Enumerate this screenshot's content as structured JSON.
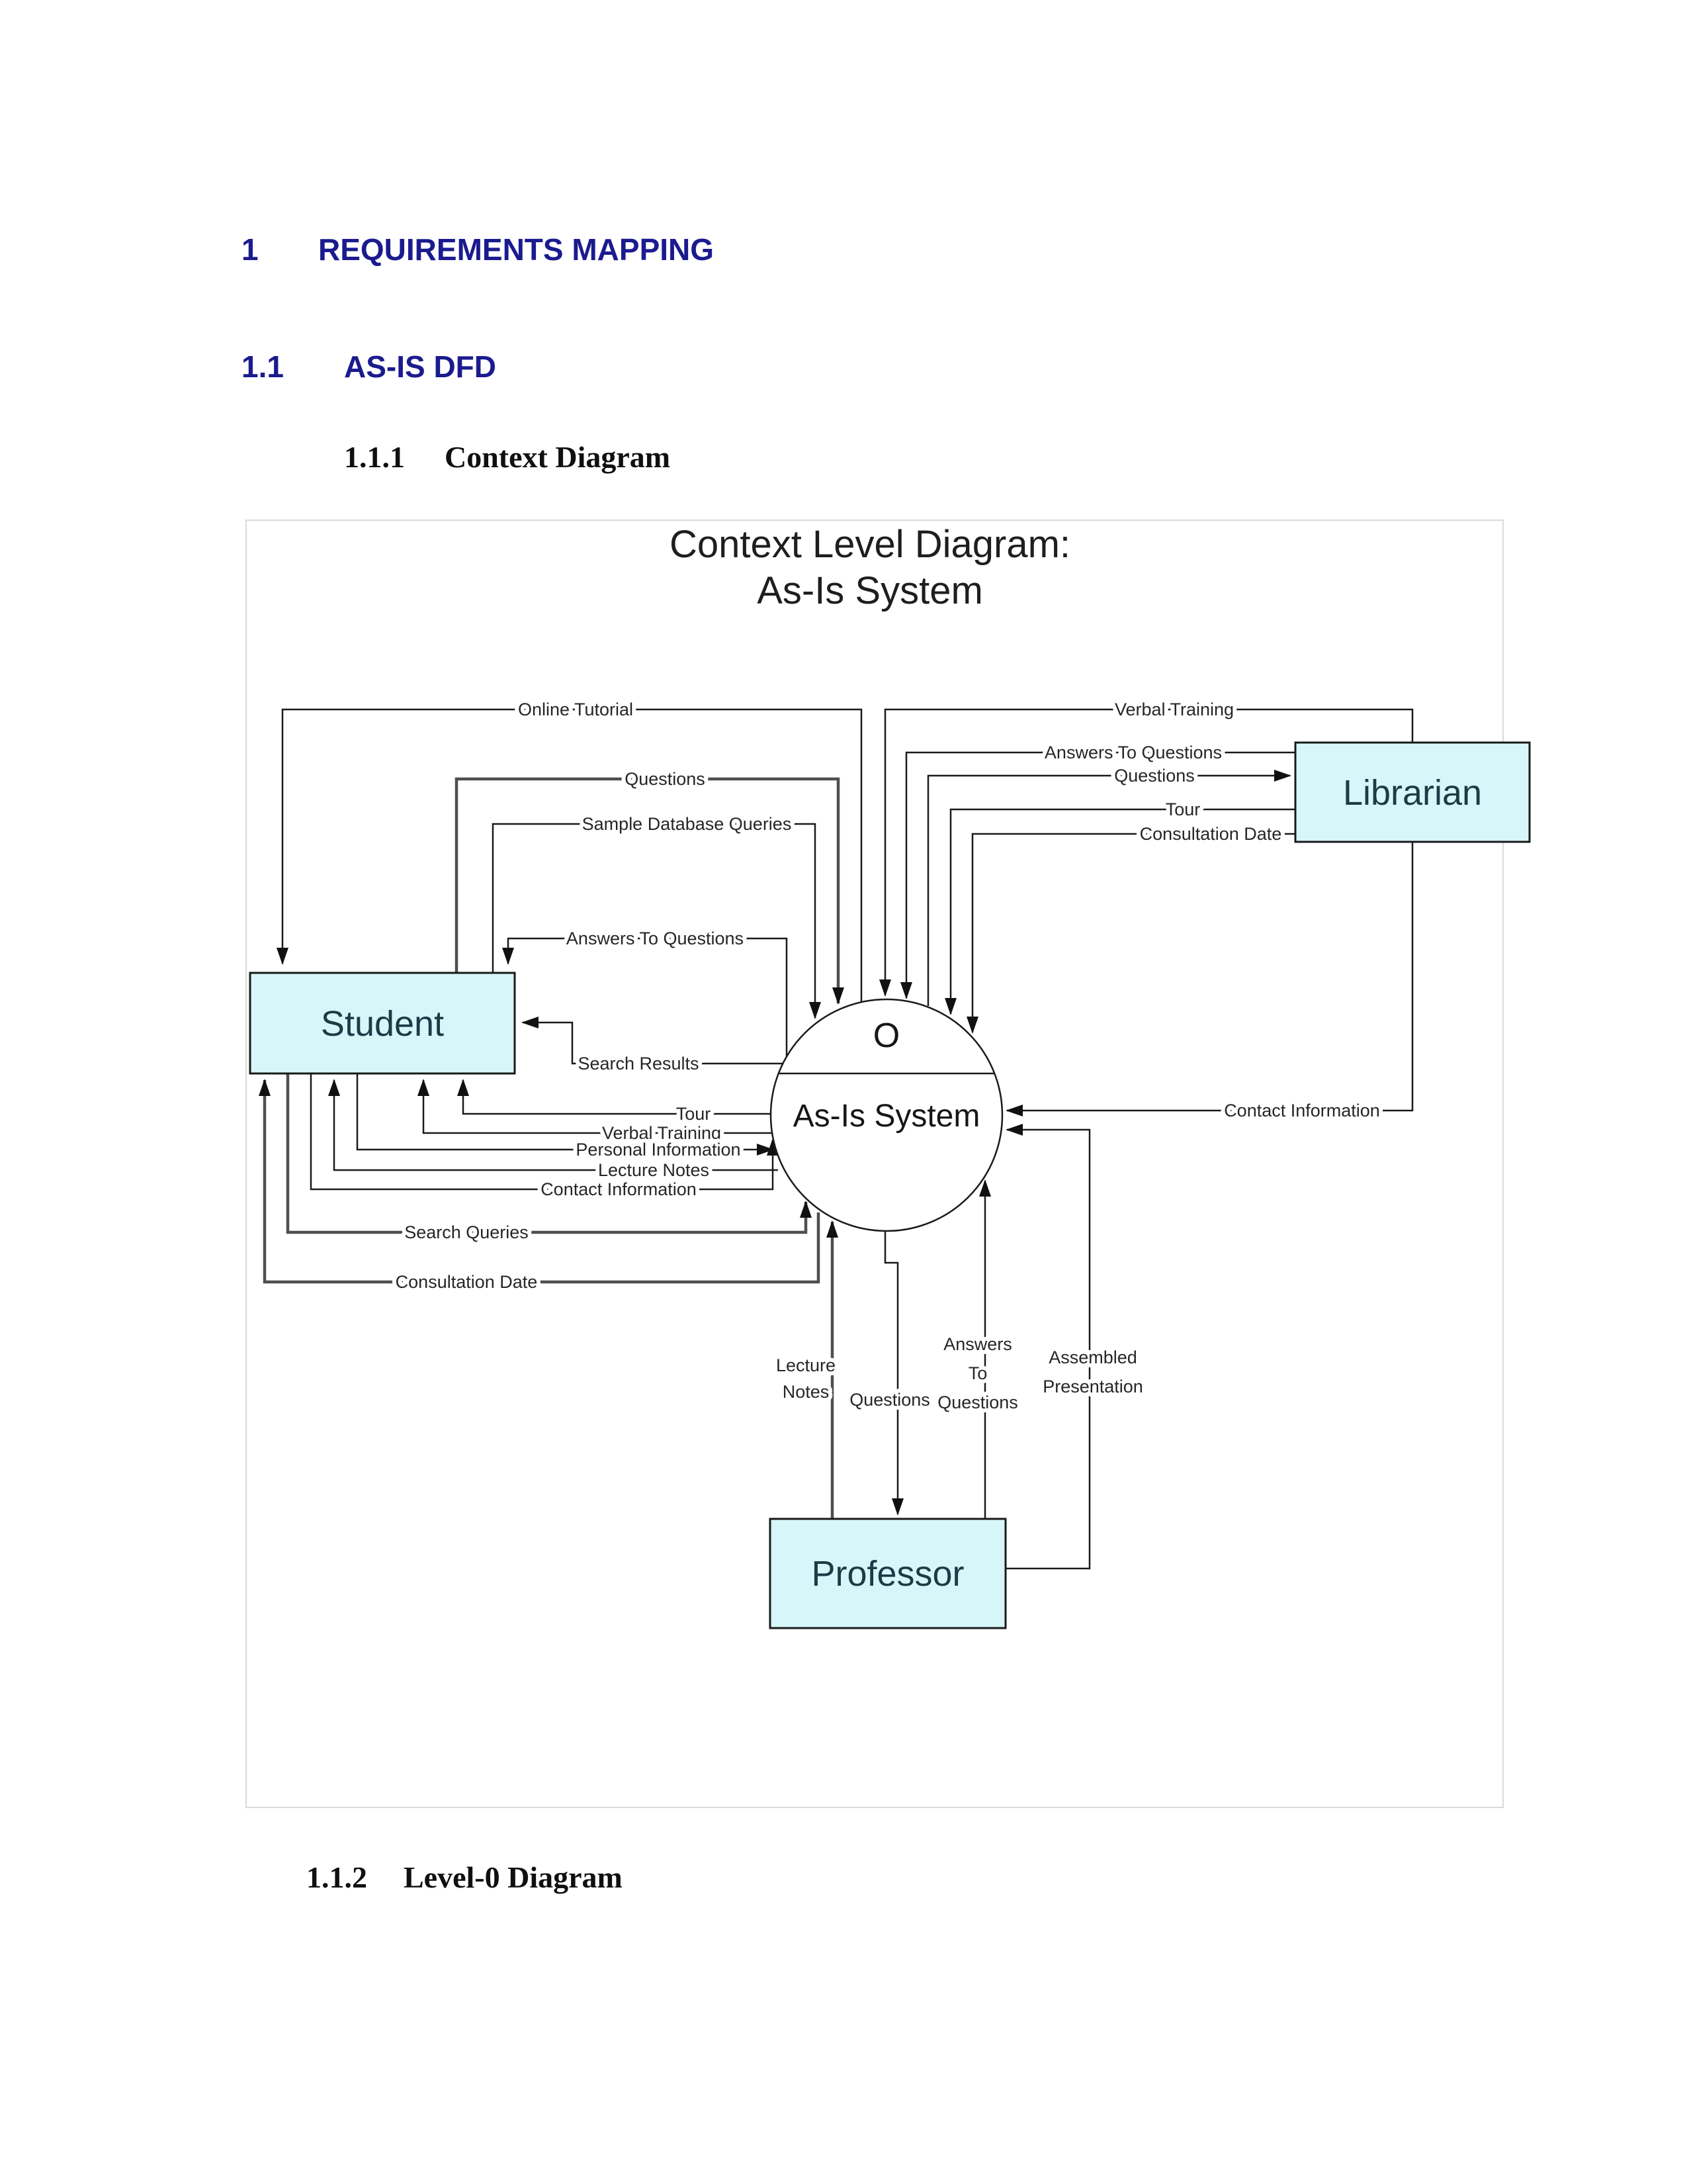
{
  "headings": {
    "h1_num": "1",
    "h1_text": "REQUIREMENTS MAPPING",
    "h2_num": "1.1",
    "h2_text": "AS-IS DFD",
    "h3_num": "1.1.1",
    "h3_text": "Context Diagram",
    "h4_num": "1.1.2",
    "h4_text": "Level-0 Diagram"
  },
  "diagram": {
    "title_line1": "Context Level Diagram:",
    "title_line2": "As-Is System",
    "process": {
      "id": "O",
      "name": "As-Is System"
    },
    "entities": {
      "student": "Student",
      "librarian": "Librarian",
      "professor": "Professor"
    },
    "flows": {
      "left": [
        {
          "label": "Online Tutorial"
        },
        {
          "label": "Questions"
        },
        {
          "label": "Sample Database Queries"
        },
        {
          "label": "Answers To Questions"
        },
        {
          "label": "Search Results"
        },
        {
          "label": "Tour"
        },
        {
          "label": "Verbal Training"
        },
        {
          "label": "Personal Information"
        },
        {
          "label": "Lecture Notes"
        },
        {
          "label": "Contact Information"
        },
        {
          "label": "Search Queries"
        },
        {
          "label": "Consultation Date"
        }
      ],
      "right": [
        {
          "label": "Verbal Training"
        },
        {
          "label": "Answers To Questions"
        },
        {
          "label": "Questions"
        },
        {
          "label": "Tour"
        },
        {
          "label": "Consultation Date"
        },
        {
          "label": "Contact Information"
        }
      ],
      "bottom": [
        {
          "lines": [
            "Lecture",
            "Notes"
          ]
        },
        {
          "lines": [
            "Questions"
          ]
        },
        {
          "lines": [
            "Answers",
            "To",
            "Questions"
          ]
        },
        {
          "lines": [
            "Assembled",
            "Presentation"
          ]
        }
      ]
    },
    "colors": {
      "heading_blue": "#1b1b8f",
      "entity_fill": "#d7f6fa",
      "line_black": "#1a1a1a",
      "line_gray": "#4f4f4f"
    }
  }
}
